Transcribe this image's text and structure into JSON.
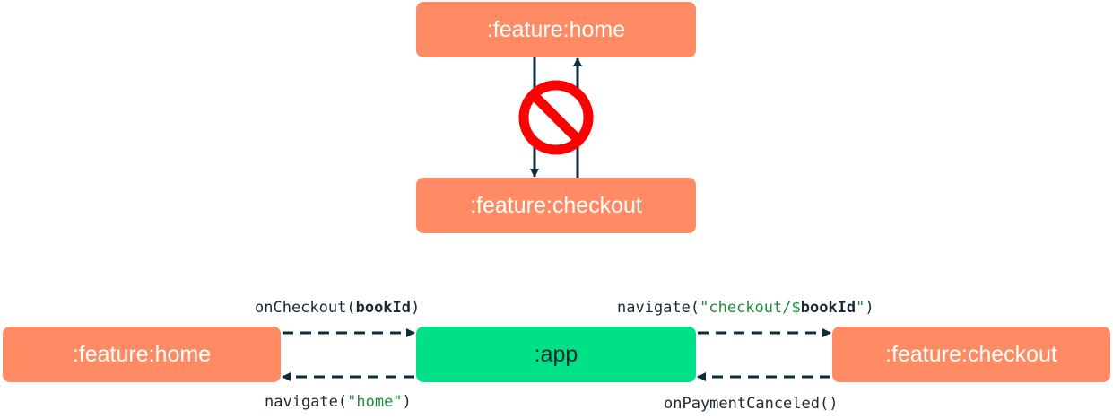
{
  "top": {
    "home_label": ":feature:home",
    "checkout_label": ":feature:checkout",
    "blocked_icon": "prohibited-icon"
  },
  "bottom": {
    "home_label": ":feature:home",
    "app_label": ":app",
    "checkout_label": ":feature:checkout",
    "on_checkout": {
      "prefix": "onCheckout(",
      "param": "bookId",
      "suffix": ")"
    },
    "navigate_checkout": {
      "prefix": "navigate(",
      "str_open": "\"checkout/$",
      "param": "bookId",
      "str_close": "\"",
      "suffix": ")"
    },
    "navigate_home": {
      "prefix": "navigate(",
      "str": "\"home\"",
      "suffix": ")"
    },
    "on_payment_canceled": "onPaymentCanceled()"
  },
  "colors": {
    "feature": "#ff8b65",
    "app": "#00e187",
    "arrow": "#0d2d3d",
    "prohibited": "#ff0000"
  }
}
